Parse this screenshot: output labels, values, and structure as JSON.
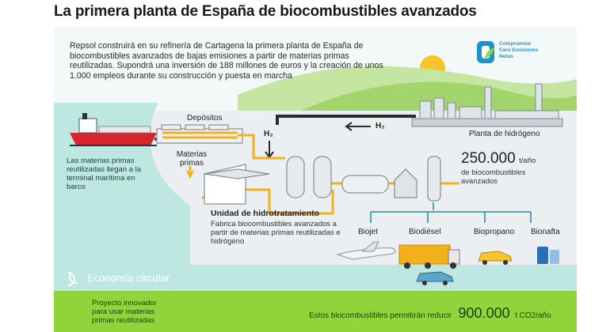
{
  "title": "La primera planta de España de biocombustibles avanzados",
  "intro": "Repsol construirá en su refinería de Cartagena la primera planta de España de biocombustibles avanzados de bajas emisiones a partir de materias primas reutilizadas. Supondrá una inversión de 188 millones de euros y la creación de unos 1.000 empleos durante su construcción y puesta en marcha",
  "logo": {
    "line1": "Compromiso",
    "line2": "Cero Emisiones",
    "line3": "Netas",
    "icon": "zero-emissions-leaf-icon"
  },
  "labels": {
    "depositos": "Depósitos",
    "materias_primas": "Materias primas",
    "h2_left": "H₂",
    "h2_right": "H₂",
    "planta_hidrogeno": "Planta de hidrógeno",
    "barco": "Las materias primas reutilizadas llegan a la terminal marítima en barco",
    "capacity_value": "250.000",
    "capacity_unit": "t/año",
    "capacity_text": "de biocombustibles avanzados",
    "unidad_title": "Unidad de hidrotratamiento",
    "unidad_text": "Fabrica biocombustibles avanzados a partir de materias primas reutilizadas e hidrógeno",
    "biojet": "Biojet",
    "biodiesel": "Biodiésel",
    "biopropano": "Biopropano",
    "bionafta": "Bionafta",
    "economia": "Economía circular",
    "proyecto": "Proyecto innovador para usar materias primas reutilizadas",
    "reduccion_prefix": "Estos biocombustibles permitirán reducir",
    "reduccion_value": "900.000",
    "reduccion_unit": "t CO2/año"
  },
  "colors": {
    "teal": "#bfe7e2",
    "lime": "#8ed43a",
    "pipe": "#f2b11b",
    "accent_teal": "#2b8fa3",
    "hill_green": "#a3d56c",
    "sun": "#f7c52a"
  }
}
